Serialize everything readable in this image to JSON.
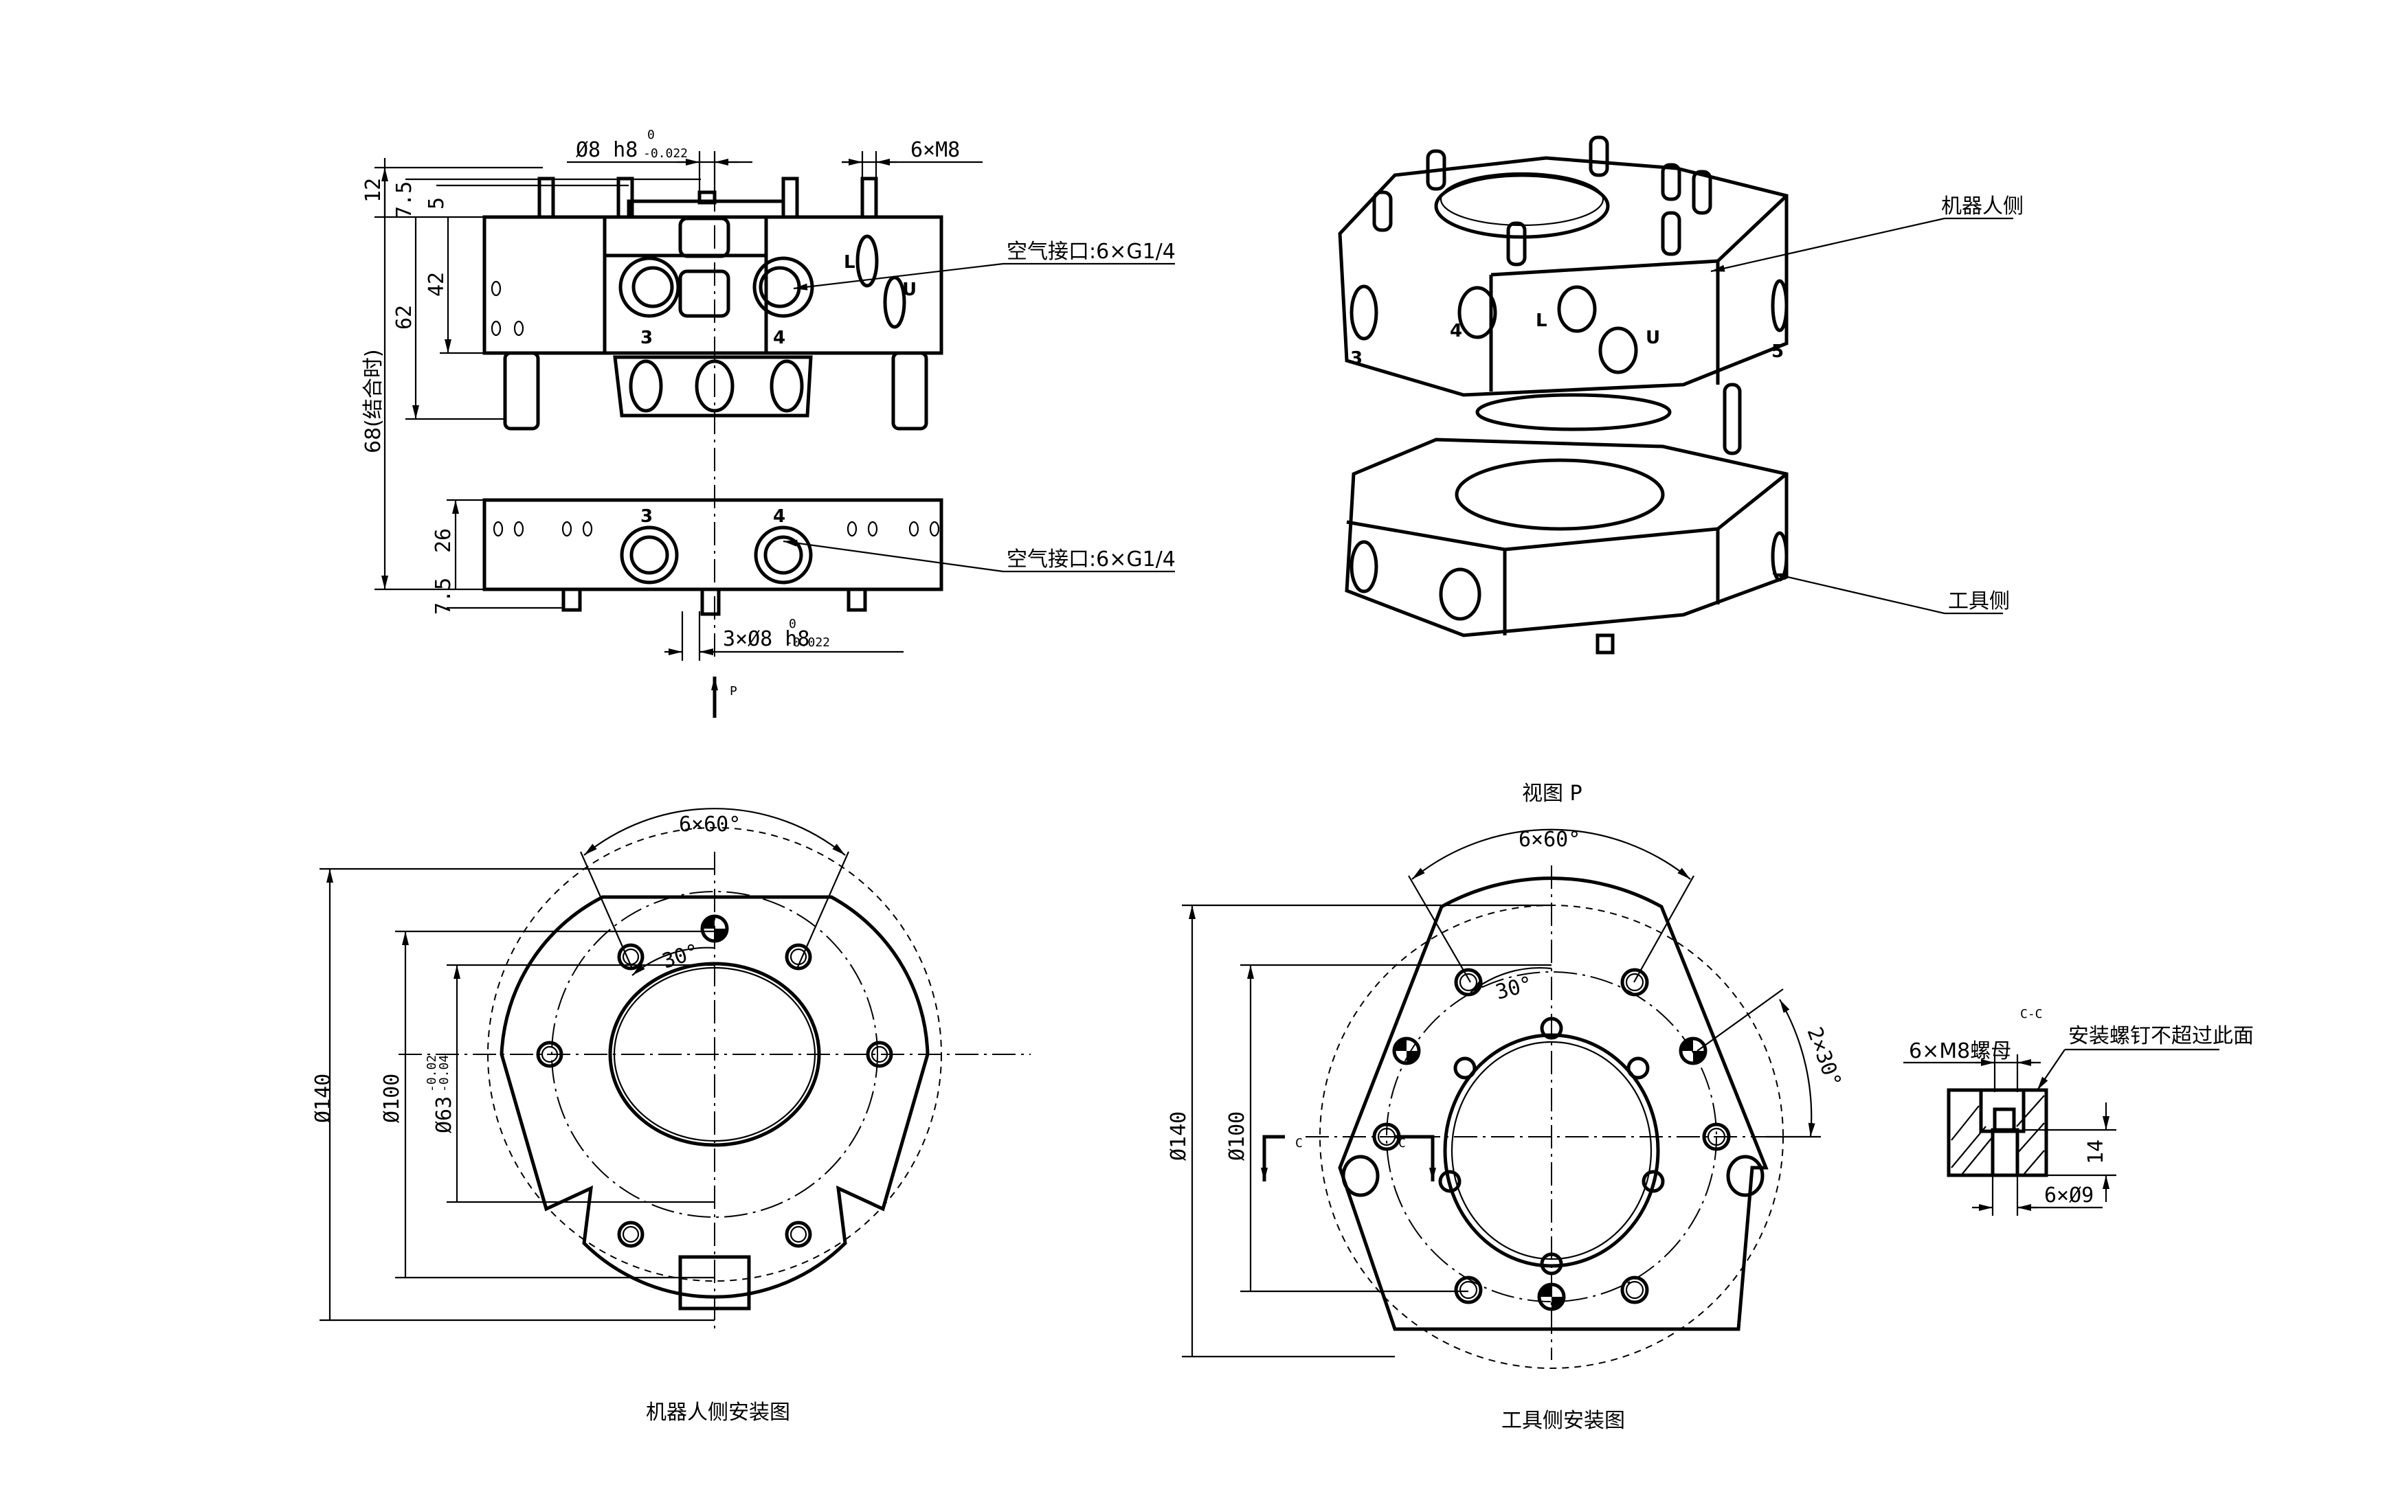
{
  "drawing": {
    "front_view": {
      "dims": {
        "pin_dia": "Ø8 h8",
        "pin_tol_upper": "0",
        "pin_tol_lower": "-0.022",
        "thread": "6×M8",
        "h12": "12",
        "h7_5_top": "7.5",
        "h5": "5",
        "h42": "42",
        "h62": "62",
        "h68": "68(结合时)",
        "h26": "26",
        "h7_5_bottom": "7.5",
        "bottom_pins": "3×Ø8 h8",
        "bottom_tol_upper": "0",
        "bottom_tol_lower": "-0.022",
        "view_arrow": "P"
      },
      "callouts": {
        "air_port_top": "空气接口:6×G1/4",
        "air_port_bottom": "空气接口:6×G1/4"
      },
      "port_labels": [
        "3",
        "4",
        "3",
        "4",
        "L",
        "U"
      ]
    },
    "iso_view": {
      "robot_side": "机器人侧",
      "tool_side": "工具侧",
      "port_labels": [
        "3",
        "4",
        "L",
        "U",
        "5"
      ]
    },
    "robot_mount": {
      "title": "机器人侧安装图",
      "angle_pitch": "6×60°",
      "angle_offset": "30°",
      "dia_outer": "Ø140",
      "dia_bolt": "Ø100",
      "dia_bore": "Ø63",
      "bore_tol_upper": "-0.02",
      "bore_tol_lower": "-0.04"
    },
    "tool_mount": {
      "view_title": "视图 P",
      "title": "工具侧安装图",
      "angle_pitch": "6×60°",
      "angle_offset": "30°",
      "angle_pin": "2×30°",
      "dia_outer": "Ø140",
      "dia_bolt": "Ø100",
      "section_mark": "C"
    },
    "section_cc": {
      "title": "C-C",
      "nut": "6×M8螺母",
      "note": "安装螺钉不超过此面",
      "depth": "14",
      "hole": "6×Ø9"
    }
  }
}
